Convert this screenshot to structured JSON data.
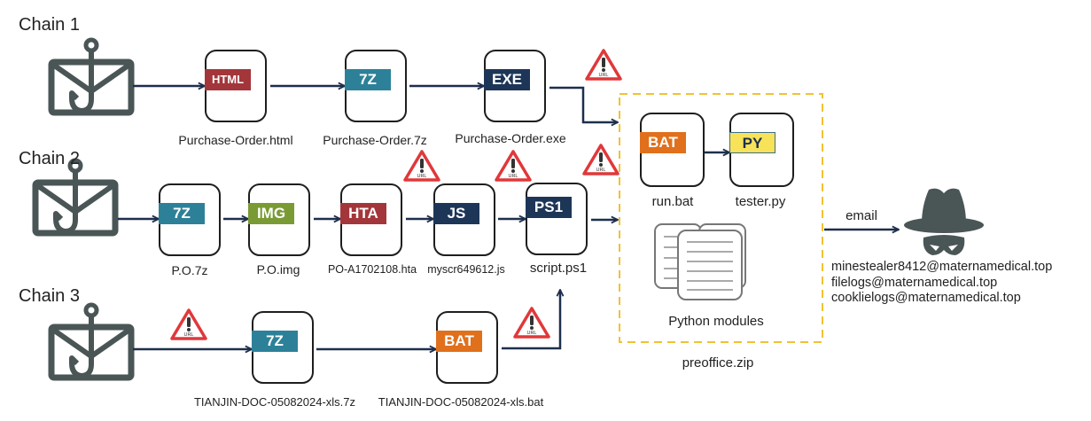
{
  "colors": {
    "arrow": "#1d2f4c",
    "icon_gray": "#4a5556",
    "warn_red": "#e0383a",
    "zip_border": "#f1c232",
    "tag_html": "#a3363a",
    "tag_7z": "#2c8199",
    "tag_exe": "#1d3658",
    "tag_img": "#7a9a34",
    "tag_hta": "#a3363a",
    "tag_js": "#1d3658",
    "tag_ps1": "#1d3658",
    "tag_bat": "#e0701c",
    "tag_py": "#f7e25a"
  },
  "chains": [
    {
      "title": "Chain 1",
      "entry_icon": "phishing-email-icon",
      "files": [
        {
          "tag": "HTML",
          "name": "Purchase-Order.html"
        },
        {
          "tag": "7Z",
          "name": "Purchase-Order.7z"
        },
        {
          "tag": "EXE",
          "name": "Purchase-Order.exe"
        }
      ]
    },
    {
      "title": "Chain 2",
      "entry_icon": "phishing-email-icon",
      "files": [
        {
          "tag": "7Z",
          "name": "P.O.7z"
        },
        {
          "tag": "IMG",
          "name": "P.O.img"
        },
        {
          "tag": "HTA",
          "name": "PO-A1702108.hta"
        },
        {
          "tag": "JS",
          "name": "myscr649612.js"
        },
        {
          "tag": "PS1",
          "name": "script.ps1"
        }
      ]
    },
    {
      "title": "Chain 3",
      "entry_icon": "phishing-email-icon",
      "files": [
        {
          "tag": "7Z",
          "name": "TIANJIN-DOC-05082024-xls.7z"
        },
        {
          "tag": "BAT",
          "name": "TIANJIN-DOC-05082024-xls.bat"
        }
      ]
    }
  ],
  "warning_badge_text": "URL",
  "zip": {
    "name": "preoffice.zip",
    "files": [
      {
        "tag": "BAT",
        "name": "run.bat"
      },
      {
        "tag": "PY",
        "name": "tester.py",
        "icon": "biohazard-icon"
      }
    ],
    "modules_label": "Python modules"
  },
  "exfil": {
    "label": "email",
    "actor_icon": "hacker-icon",
    "addresses": [
      "minestealer8412@maternamedical.top",
      "filelogs@maternamedical.top",
      "cooklielogs@maternamedical.top"
    ]
  }
}
